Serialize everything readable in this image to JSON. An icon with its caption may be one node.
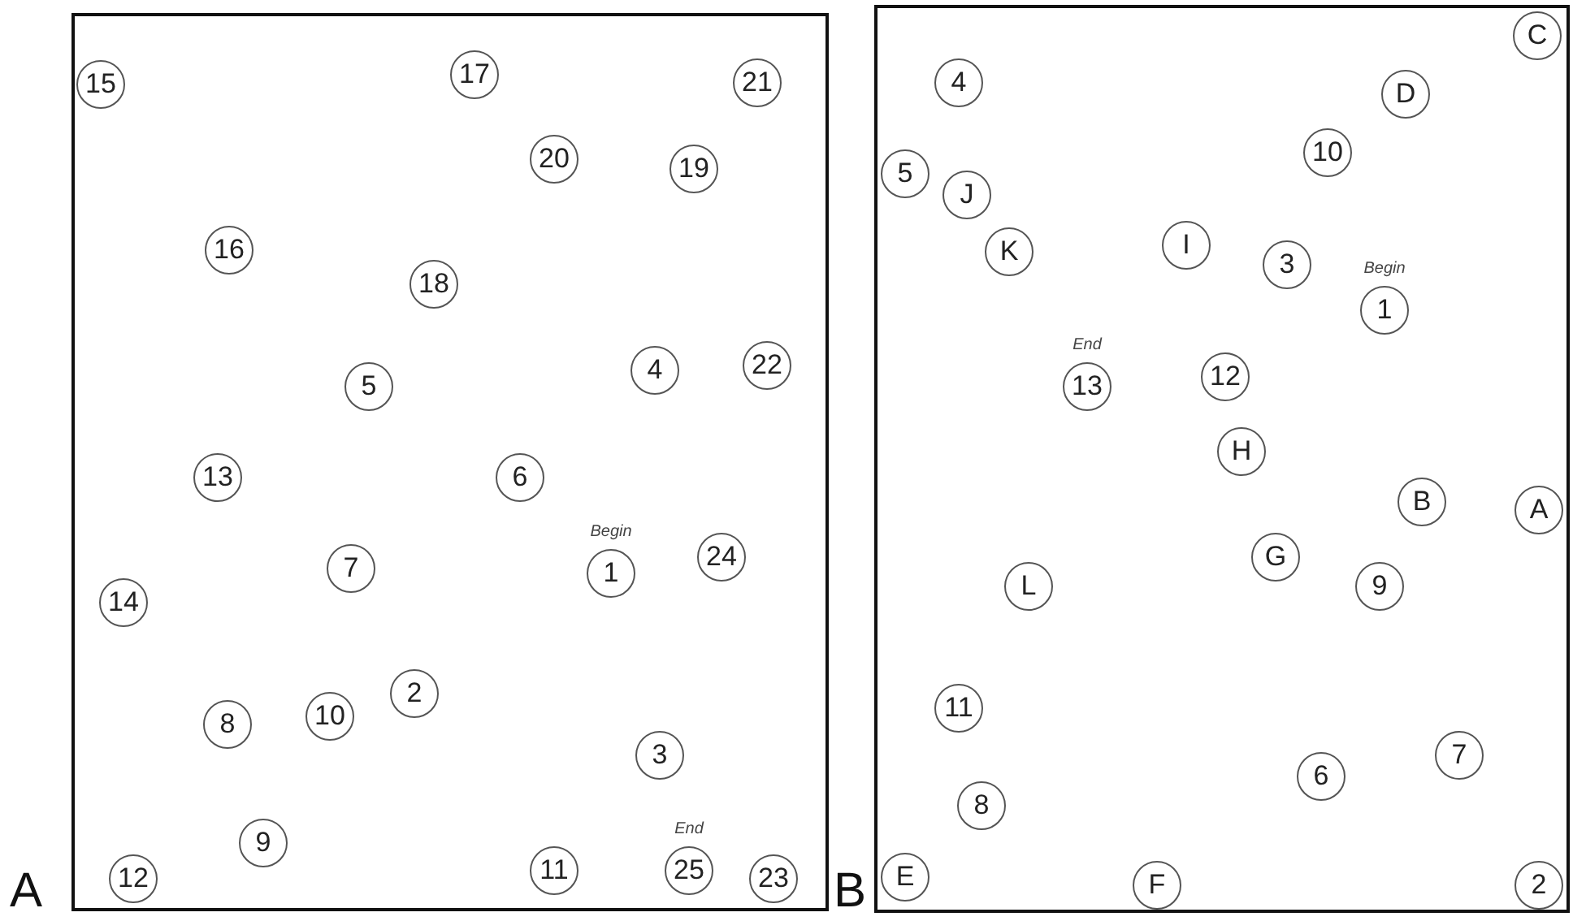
{
  "diagram": {
    "nodes": [
      {
        "text": [
          "A"
        ]
      },
      {
        "text": [
          "17"
        ],
        "in": 0
      },
      {
        "text": [
          "21"
        ],
        "in": 0
      },
      {
        "text": [
          "15"
        ],
        "in": 0
      },
      {
        "text": [
          "20"
        ],
        "in": 0
      },
      {
        "text": [
          "19"
        ],
        "in": 0
      },
      {
        "text": [
          "16"
        ],
        "in": 0
      },
      {
        "text": [
          "18"
        ],
        "in": 0
      },
      {
        "text": [
          "22"
        ],
        "in": 0
      },
      {
        "text": [
          "4"
        ],
        "in": 0
      },
      {
        "text": [
          "5"
        ],
        "in": 0
      },
      {
        "text": [
          "13"
        ],
        "in": 0
      },
      {
        "text": [
          "6"
        ],
        "in": 0
      },
      {
        "text": [
          "24"
        ],
        "in": 0
      },
      {
        "text": [
          "7"
        ],
        "in": 0
      },
      {
        "text": [
          "1"
        ],
        "in": 0,
        "beside": [
          "Begin"
        ]
      },
      {
        "text": [
          "14"
        ],
        "in": 0
      },
      {
        "text": [
          "2"
        ],
        "in": 0
      },
      {
        "text": [
          "10"
        ],
        "in": 0
      },
      {
        "text": [
          "8"
        ],
        "in": 0
      },
      {
        "text": [
          "3"
        ],
        "in": 0
      },
      {
        "text": [
          "9"
        ],
        "in": 0
      },
      {
        "text": [
          "11"
        ],
        "in": 0
      },
      {
        "text": [
          "25"
        ],
        "in": 0,
        "beside": [
          "End"
        ]
      },
      {
        "text": [
          "12"
        ],
        "in": 0
      },
      {
        "text": [
          "23"
        ],
        "in": 0
      },
      {
        "text": [
          "B"
        ]
      },
      {
        "text": [
          "C"
        ],
        "in": 26
      },
      {
        "text": [
          "4"
        ],
        "in": 26
      },
      {
        "text": [
          "D"
        ],
        "in": 26
      },
      {
        "text": [
          "10"
        ],
        "in": 26
      },
      {
        "text": [
          "5"
        ],
        "in": 26
      },
      {
        "text": [
          "J"
        ],
        "in": 26
      },
      {
        "text": [
          "I"
        ],
        "in": 26
      },
      {
        "text": [
          "K"
        ],
        "in": 26
      },
      {
        "text": [
          "3"
        ],
        "in": 26
      },
      {
        "text": [
          "1"
        ],
        "in": 26,
        "beside": [
          "Begin"
        ]
      },
      {
        "text": [
          "12"
        ],
        "in": 26
      },
      {
        "text": [
          "13"
        ],
        "in": 26,
        "beside": [
          "End"
        ]
      },
      {
        "text": [
          "H"
        ],
        "in": 26
      },
      {
        "text": [
          "B"
        ],
        "in": 26
      },
      {
        "text": [
          "A"
        ],
        "in": 26
      },
      {
        "text": [
          "G"
        ],
        "in": 26
      },
      {
        "text": [
          "L"
        ],
        "in": 26
      },
      {
        "text": [
          "9"
        ],
        "in": 26
      },
      {
        "text": [
          "11"
        ],
        "in": 26
      },
      {
        "text": [
          "7"
        ],
        "in": 26
      },
      {
        "text": [
          "6"
        ],
        "in": 26
      },
      {
        "text": [
          "8"
        ],
        "in": 26
      },
      {
        "text": [
          "E"
        ],
        "in": 26
      },
      {
        "text": [
          "F"
        ],
        "in": 26
      },
      {
        "text": [
          "2"
        ],
        "in": 26
      }
    ]
  }
}
